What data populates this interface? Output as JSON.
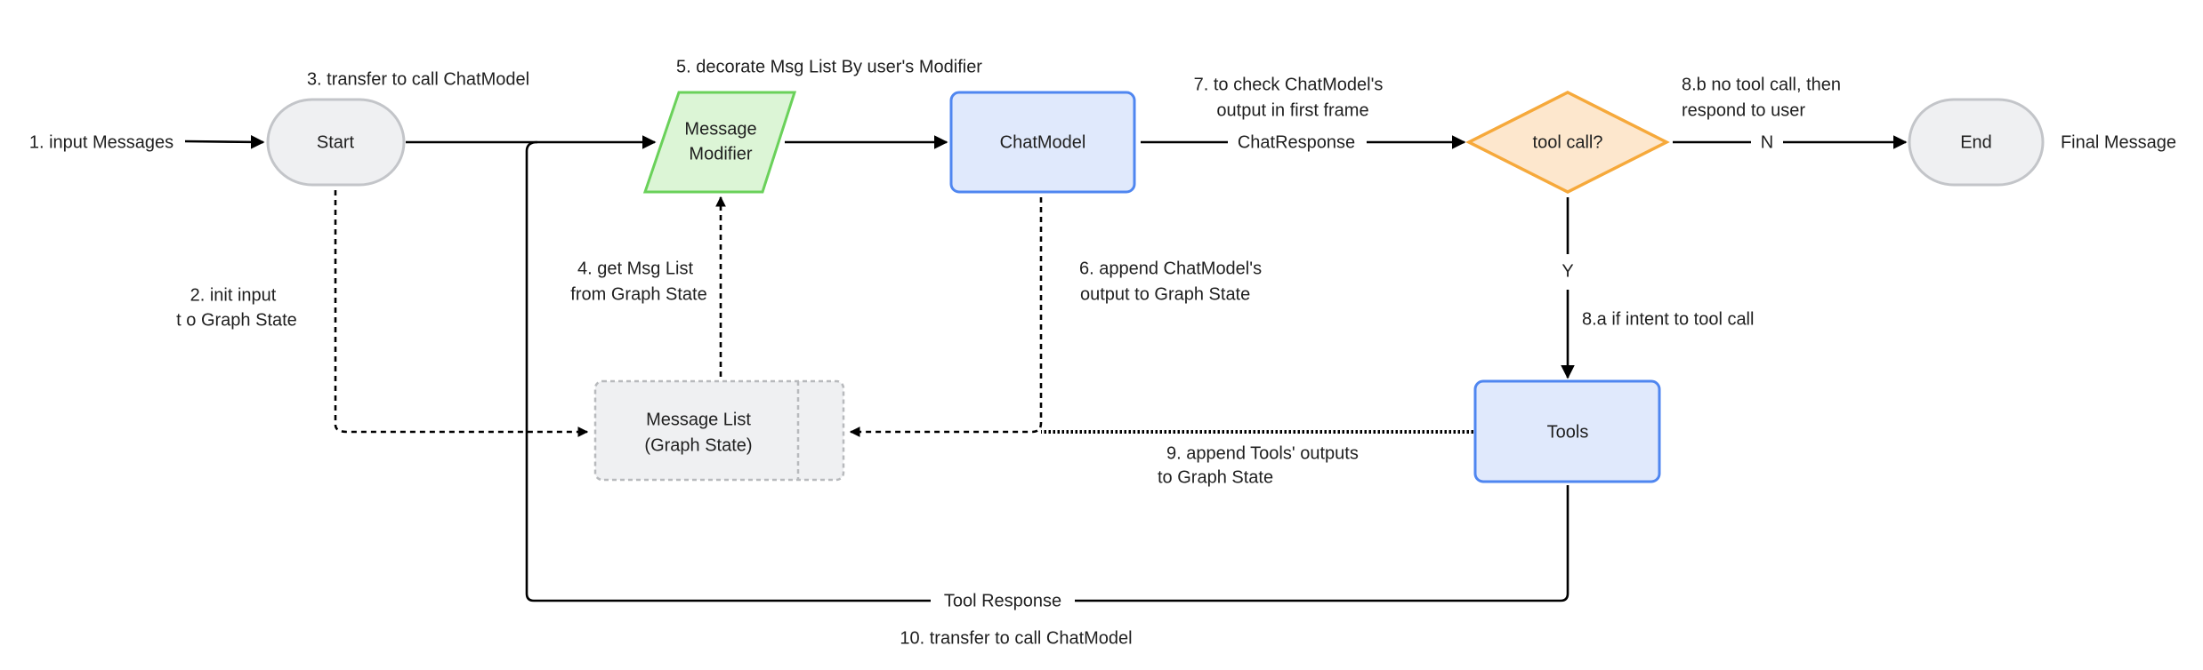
{
  "nodes": {
    "start": "Start",
    "message_modifier": [
      "Message",
      "Modifier"
    ],
    "chat_model": "ChatModel",
    "tool_call_decision": "tool call?",
    "end": "End",
    "tools": "Tools",
    "message_list": [
      "Message List",
      "(Graph State)"
    ]
  },
  "labels": {
    "input_messages": "1. input Messages",
    "init_input": [
      "2. init input",
      "t o Graph State"
    ],
    "transfer_to_call_chatmodel": "3. transfer to call ChatModel",
    "get_msg_list": [
      "4. get Msg List",
      "from Graph State"
    ],
    "decorate_msg_list": "5. decorate Msg List By user's Modifier",
    "append_chatmodel_output": [
      "6. append ChatModel's",
      "output to Graph State"
    ],
    "check_chatmodel_output": [
      "7. to check ChatModel's",
      "output in first frame"
    ],
    "chat_response": "ChatResponse",
    "intent_tool_call": "8.a if intent to tool  call",
    "no_tool_call": [
      "8.b no tool call, then",
      "respond to user"
    ],
    "branch_no": "N",
    "branch_yes": "Y",
    "final_message": "Final Message",
    "append_tools_outputs": [
      "9. append Tools' outputs",
      "to Graph State"
    ],
    "tool_response": "Tool Response",
    "transfer_back": "10. transfer to  call ChatModel"
  },
  "colors": {
    "terminal_fill": "#eff0f2",
    "terminal_stroke": "#c3c5c9",
    "modifier_fill": "#dcf5d6",
    "modifier_stroke": "#6ad15a",
    "process_fill": "#e0e9fc",
    "process_stroke": "#4f86f0",
    "decision_fill": "#fde7cd",
    "decision_stroke": "#f6a93b",
    "state_fill": "#eff0f2",
    "state_stroke": "#b8babd"
  }
}
